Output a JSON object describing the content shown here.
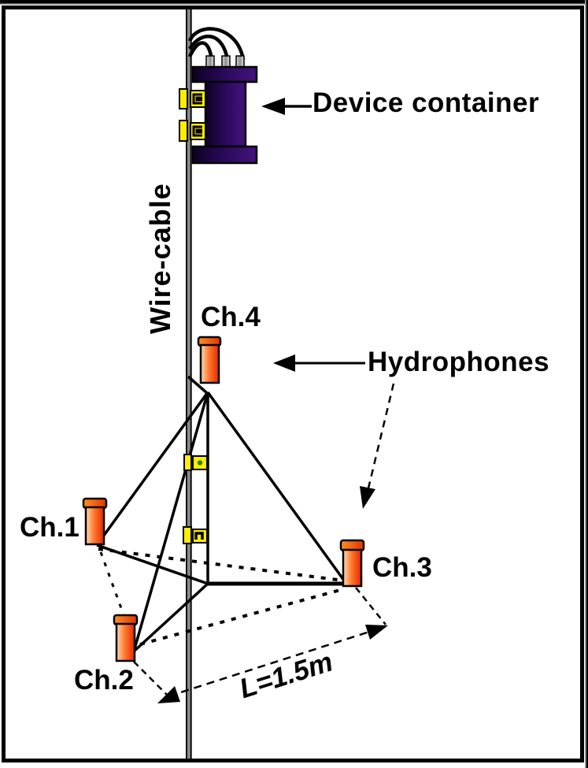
{
  "figure": {
    "labels": {
      "wire_cable": "Wire-cable",
      "device_container": "Device container",
      "hydrophones": "Hydrophones",
      "ch1": "Ch.1",
      "ch2": "Ch.2",
      "ch3": "Ch.3",
      "ch4": "Ch.4",
      "dimension": "L=1.5m"
    },
    "colors": {
      "container_purple": "#2d0b5e",
      "hydrophone_orange": "#ff5a1e",
      "clamp_yellow": "#ffee00",
      "clamp_dot_green": "#1f8a1f",
      "cable_gray": "#8a8a8a",
      "pin_gray": "#b5b5b5",
      "line_black": "#000000"
    }
  }
}
